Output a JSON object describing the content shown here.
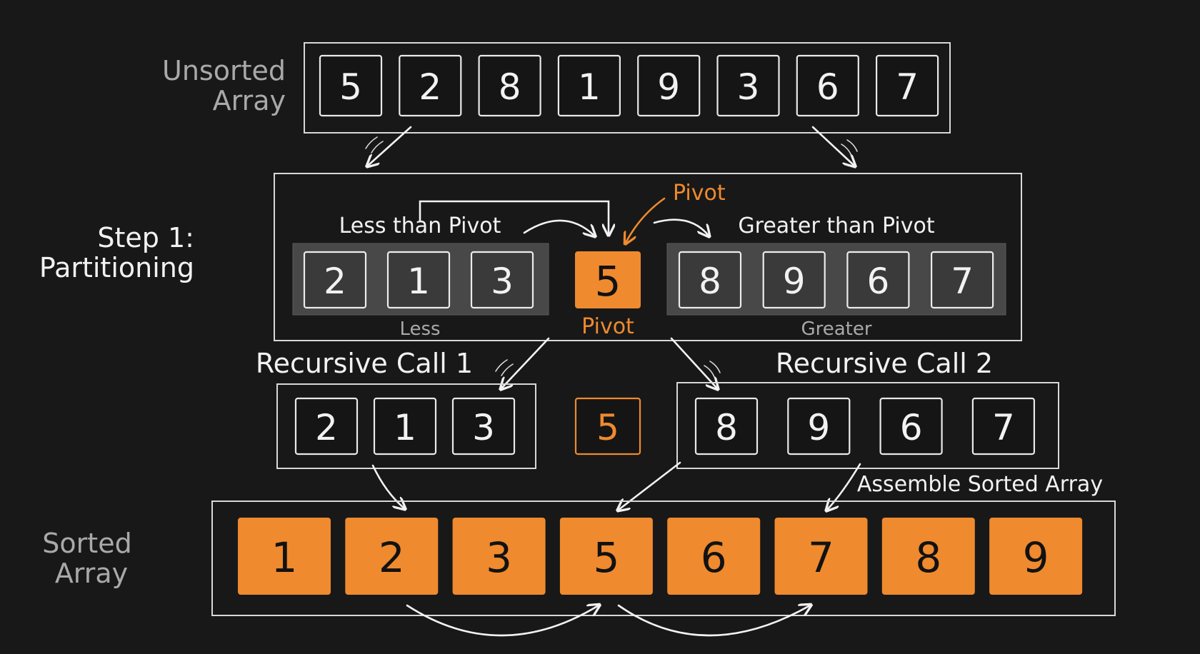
{
  "labels": {
    "unsorted": [
      "Unsorted",
      "Array"
    ],
    "step1": [
      "Step 1:",
      "Partitioning"
    ],
    "less_than_pivot": "Less than Pivot",
    "greater_than_pivot": "Greater than Pivot",
    "pivot_callout": "Pivot",
    "less": "Less",
    "pivot": "Pivot",
    "greater": "Greater",
    "recursive_call_1": "Recursive Call 1",
    "recursive_call_2": "Recursive Call 2",
    "assemble": "Assemble Sorted Array",
    "sorted": [
      "Sorted",
      "Array"
    ]
  },
  "unsorted_array": [
    "5",
    "2",
    "8",
    "1",
    "9",
    "3",
    "6",
    "7"
  ],
  "partition": {
    "less": [
      "2",
      "1",
      "3"
    ],
    "pivot": "5",
    "greater": [
      "8",
      "9",
      "6",
      "7"
    ]
  },
  "recursive": {
    "call1": [
      "2",
      "1",
      "3"
    ],
    "pivot": "5",
    "call2": [
      "8",
      "9",
      "6",
      "7"
    ]
  },
  "sorted_array": [
    "1",
    "2",
    "3",
    "5",
    "6",
    "7",
    "8",
    "9"
  ],
  "colors": {
    "background": "#181818",
    "accent": "#ef8a2e",
    "stroke": "#e9e9e9",
    "muted_text": "#a9a9a9"
  }
}
